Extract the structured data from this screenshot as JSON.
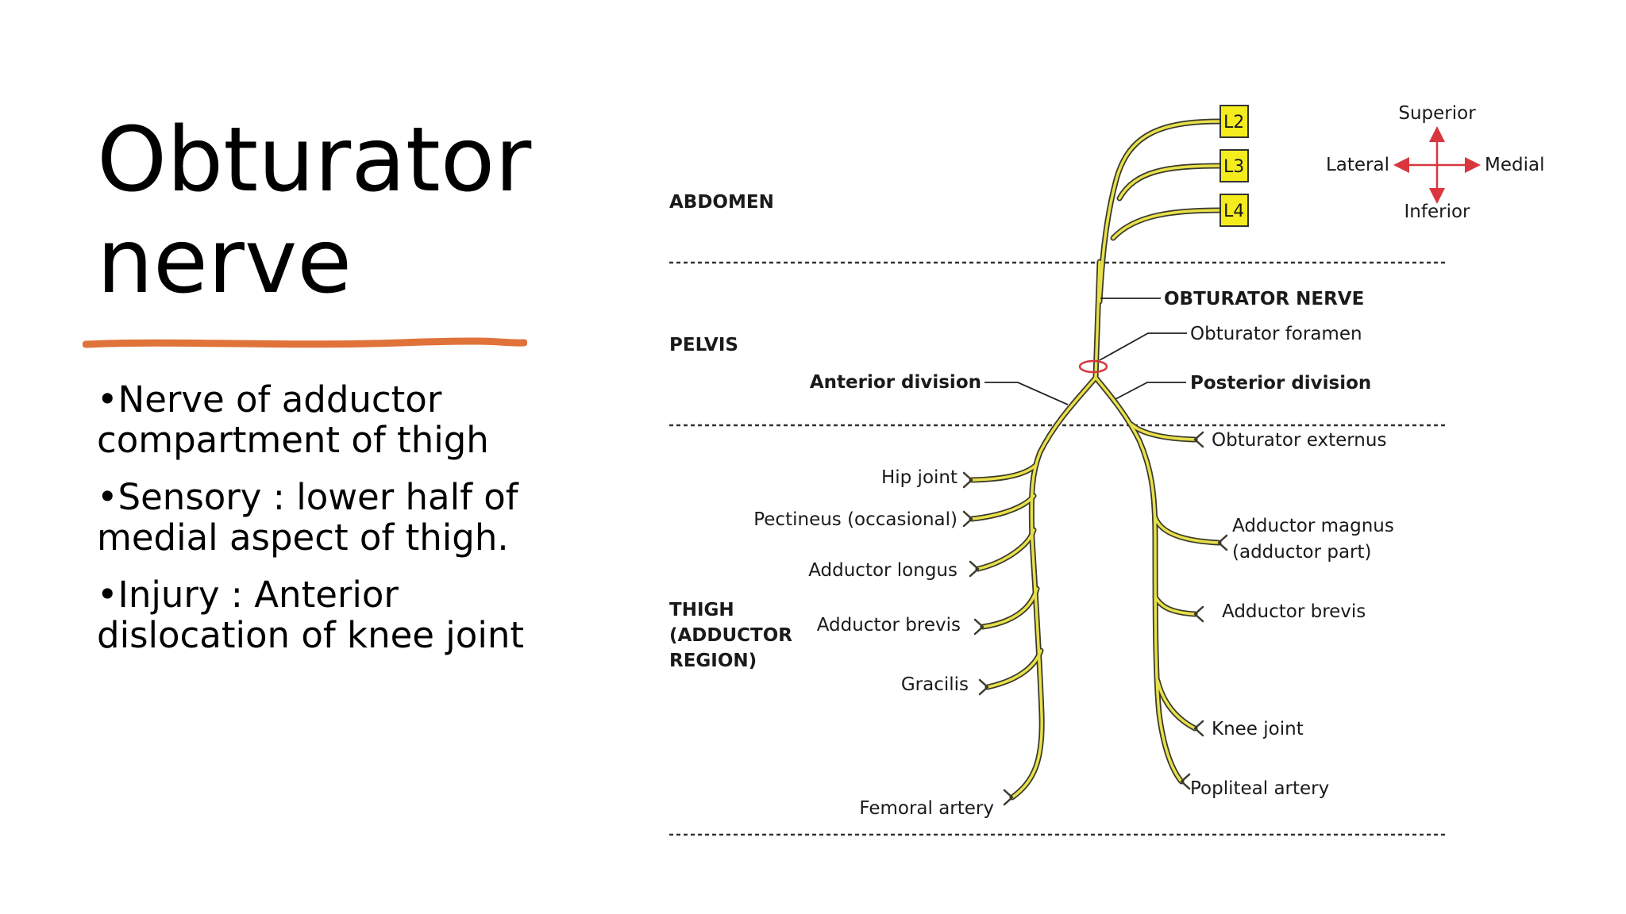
{
  "slide": {
    "title_line1": "Obturator",
    "title_line2": "nerve",
    "accent_color": "#e0733a",
    "bullets": [
      {
        "line1": "•Nerve of adductor",
        "line2": "compartment of thigh"
      },
      {
        "line1": "•Sensory : lower half of",
        "line2": "medial aspect of thigh."
      },
      {
        "line1": "•Injury : Anterior",
        "line2": "dislocation of knee joint"
      }
    ]
  },
  "diagram": {
    "nerve_color": "#e8e04a",
    "root_box_color": "#f5ec1e",
    "marker_color": "#d9363e",
    "regions": {
      "abdomen": "ABDOMEN",
      "pelvis": "PELVIS",
      "thigh_line1": "THIGH",
      "thigh_line2": "(ADDUCTOR",
      "thigh_line3": "REGION)"
    },
    "roots": [
      "L2",
      "L3",
      "L4"
    ],
    "compass": {
      "superior": "Superior",
      "inferior": "Inferior",
      "lateral": "Lateral",
      "medial": "Medial"
    },
    "labels": {
      "obturator_nerve": "OBTURATOR NERVE",
      "obturator_foramen": "Obturator foramen",
      "anterior_division": "Anterior division",
      "posterior_division": "Posterior division",
      "obturator_externus": "Obturator externus",
      "hip_joint": "Hip joint",
      "pectineus": "Pectineus (occasional)",
      "adductor_longus": "Adductor longus",
      "adductor_brevis_ant": "Adductor brevis",
      "gracilis": "Gracilis",
      "femoral_artery": "Femoral artery",
      "adductor_magnus_1": "Adductor magnus",
      "adductor_magnus_2": "(adductor part)",
      "adductor_brevis_post": "Adductor brevis",
      "knee_joint": "Knee joint",
      "popliteal_artery": "Popliteal artery"
    }
  }
}
